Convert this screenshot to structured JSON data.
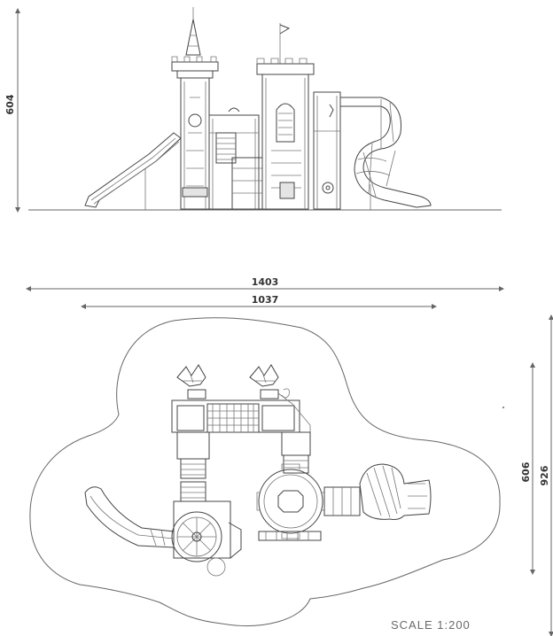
{
  "elevation": {
    "height_label": "604"
  },
  "plan": {
    "overall_length_label": "1403",
    "structure_length_label": "1037",
    "structure_depth_label": "606",
    "overall_depth_label": "926"
  },
  "footer": {
    "scale_label": "SCALE 1:200"
  }
}
